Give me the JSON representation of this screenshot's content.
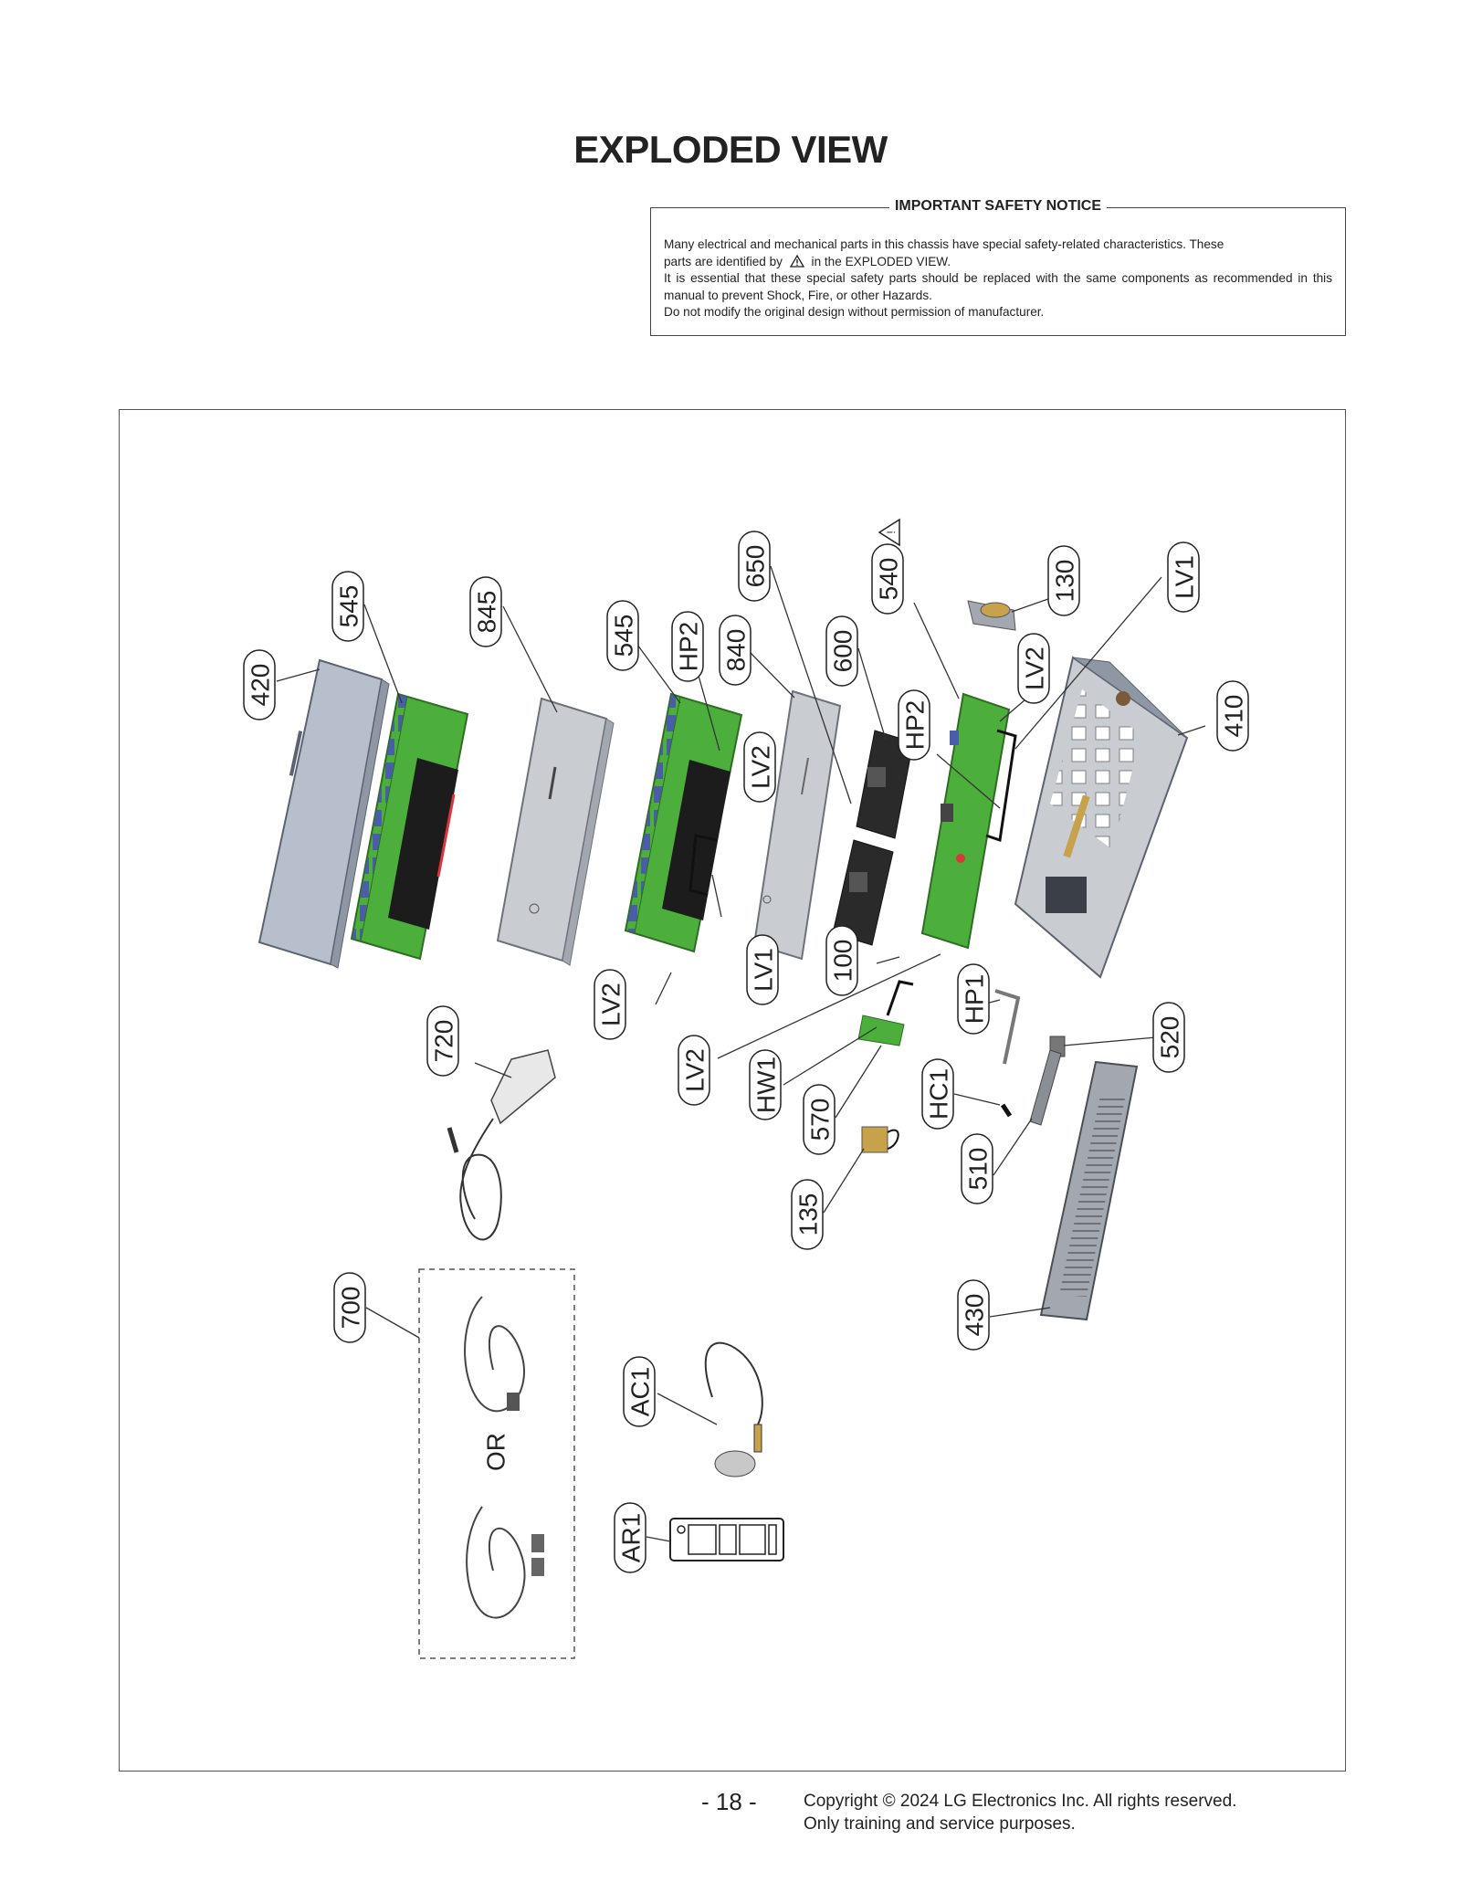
{
  "page": {
    "title": "EXPLODED VIEW",
    "page_number": "- 18 -",
    "copyright_line1": "Copyright © 2024 LG Electronics Inc. All rights reserved.",
    "copyright_line2": "Only training and service purposes."
  },
  "safety_notice": {
    "heading": "IMPORTANT SAFETY NOTICE",
    "line1": "Many electrical and mechanical parts in this chassis have special safety-related characteristics. These",
    "line2_before": "parts are identified by",
    "line2_after": "in the EXPLODED VIEW.",
    "line3": "It is essential that these special safety parts should be replaced with the same components as recommended in this manual to prevent Shock, Fire, or other Hazards.",
    "line4": "Do not modify the original design without permission of manufacturer."
  },
  "callouts": {
    "c420": "420",
    "c545a": "545",
    "c845": "845",
    "c545b": "545",
    "hp2a": "HP2",
    "c840": "840",
    "c650": "650",
    "c600": "600",
    "lv2a": "LV2",
    "c540": "540",
    "hp2b": "HP2",
    "c130": "130",
    "lv2b": "LV2",
    "lv1a": "LV1",
    "c410": "410",
    "c100": "100",
    "lv1b": "LV1",
    "lv2c": "LV2",
    "lv2d": "LV2",
    "c720": "720",
    "hw1": "HW1",
    "c570": "570",
    "hp1": "HP1",
    "c520": "520",
    "hc1": "HC1",
    "c510": "510",
    "c135": "135",
    "c430": "430",
    "c700": "700",
    "ac1": "AC1",
    "ar1": "AR1"
  },
  "or_label": "OR",
  "colors": {
    "pcb": "#4caf3c",
    "panel": "#b7bfcc",
    "chassis": "#c9ccd1",
    "screen": "#1c1c1c"
  }
}
